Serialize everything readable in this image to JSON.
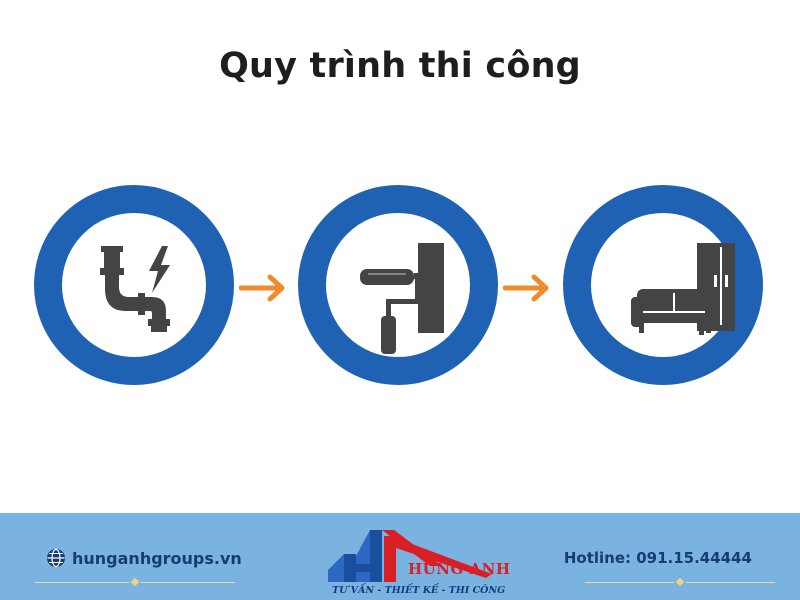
{
  "title": "Quy trình thi công",
  "steps": [
    {
      "icon": "pipe-electric-icon"
    },
    {
      "icon": "paint-roller-icon"
    },
    {
      "icon": "sofa-wardrobe-icon"
    }
  ],
  "colors": {
    "ring": "#1f62b3",
    "arrow": "#f08a2c",
    "icon": "#444444",
    "footer_bg": "#7ab3e0",
    "footer_text": "#163b75",
    "logo_red": "#d81f26"
  },
  "footer": {
    "website": "hunganhgroups.vn",
    "hotline": "Hotline: 091.15.44444",
    "logo": {
      "name": "HÙNG ANH",
      "tagline": "TƯ VẤN - THIẾT KẾ - THI CÔNG"
    }
  }
}
